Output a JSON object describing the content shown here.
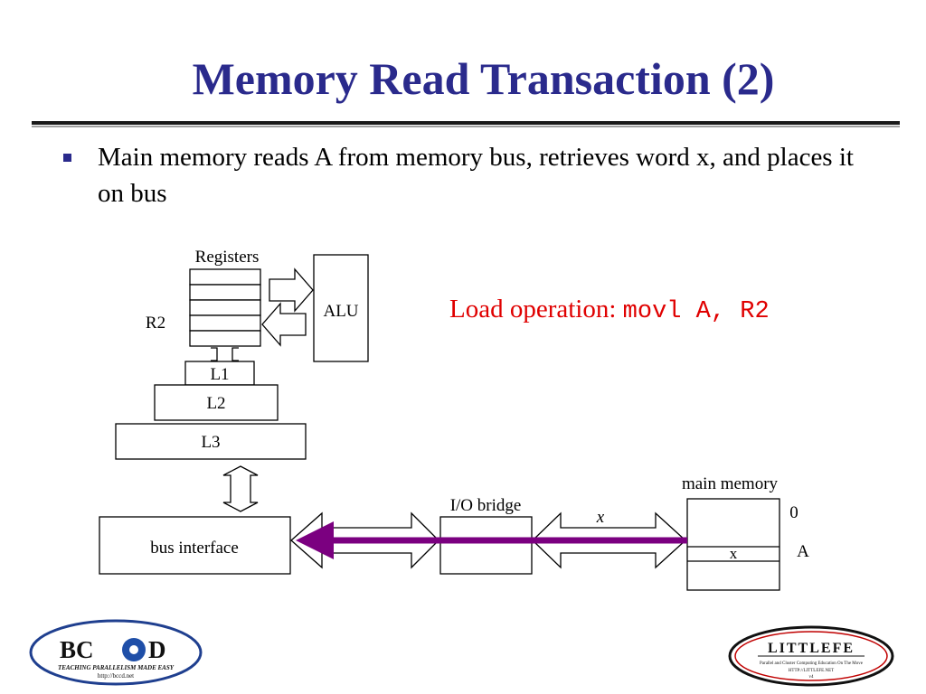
{
  "slide": {
    "title": "Memory Read Transaction (2)",
    "bullet": "Main memory reads A from memory bus, retrieves word x, and places it on bus"
  },
  "load_operation": {
    "label": "Load operation: ",
    "code": "movl A, R2"
  },
  "diagram": {
    "registers_label": "Registers",
    "r2_label": "R2",
    "alu_label": "ALU",
    "l1_label": "L1",
    "l2_label": "L2",
    "l3_label": "L3",
    "bus_interface_label": "bus interface",
    "io_bridge_label": "I/O bridge",
    "bus_value_label": "x",
    "main_memory_label": "main memory",
    "address_zero_label": "0",
    "address_a_label": "A",
    "memory_cell_value": "x",
    "colors": {
      "data_flow_arrow": "#7b0080",
      "title": "#2a2a8c",
      "highlight": "#e00000"
    }
  },
  "logos": {
    "bccd": {
      "name": "BCCD",
      "tagline": "Teaching Parallelism Made Easy",
      "url": "http://bccd.net"
    },
    "littlefe": {
      "name": "LittleFe",
      "tagline": "Parallel and Cluster Computing Education On The Move",
      "url": "http://LittleFe.net",
      "version": "v4"
    }
  }
}
